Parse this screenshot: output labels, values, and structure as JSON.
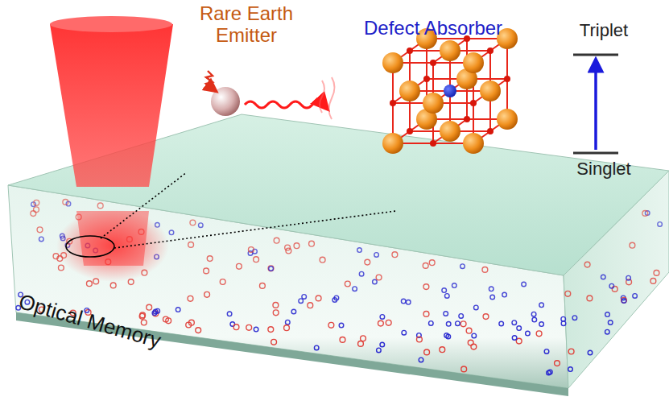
{
  "diagram": {
    "labels": [
      "Rare Earth Emitter",
      "Defect Absorber",
      "Triplet",
      "Singlet",
      "Optical Memory"
    ]
  }
}
